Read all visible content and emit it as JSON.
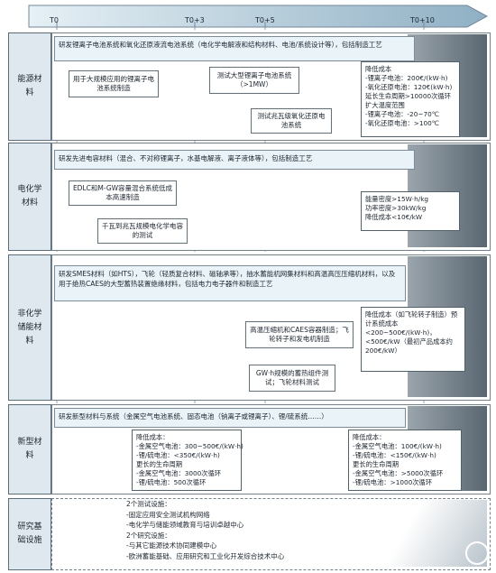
{
  "timeline": {
    "labels": [
      "T0",
      "T0+3",
      "T0+5",
      "T0+10"
    ]
  },
  "rows": [
    {
      "label": "能源材料",
      "band": "研发锂离子电池系统和氧化还原液流电池系统（电化学电解液和结构材料、电池/系统设计等），包括制造工艺",
      "boxes": [
        "用于大规模应用的锂离子电池系统制造",
        "测试大型锂离子电池系统（>1MW）",
        "测试兆瓦级氧化还原电池系统"
      ],
      "target": {
        "title": "降低成本",
        "lines": [
          "-锂离子电池：200€/(kW·h)",
          "-氧化还原电池：120€(kW·h)",
          "延长生命周期>10000次循环",
          "扩大温度范围",
          "-锂离子电池：-20~70℃",
          "-氧化还原电池：>100℃"
        ]
      }
    },
    {
      "label": "电化学材料",
      "band": "研发先进电容材料（混合、不对称锂离子，水基电解液、离子液体等），包括制造工艺",
      "boxes": [
        "EDLC和M-GW容量混合系统低成本高速制造",
        "千瓦到兆瓦规模电化学电容的测试"
      ],
      "target": {
        "title": "",
        "lines": [
          "能量密度>15W·h/kg",
          "功率密度>30kW/kg",
          "降低成本<10€/kW"
        ]
      }
    },
    {
      "label": "非化学储能材料",
      "band": "研发SMES材料（如HTS），飞轮（轻质复合材料、磁轴承等），抽水蓄能机网集材料和高温高压压缩机材料，以及用于绝热CAES的大型蓄热装置绝缘材料，包括电力电子器件和制造工艺",
      "boxes": [
        "高温压缩机和CAES容器制造；飞轮转子和发电机制造",
        "GW·h规模的蓄热组件测试；飞轮材料测试"
      ],
      "target": {
        "title": "",
        "lines": [
          "降低成本（如飞轮转子制造）预计系统成本",
          "<200~500€/(kW·h)，",
          "<500€/kW（最初产品成本约",
          "200€/kW）"
        ]
      }
    },
    {
      "label": "新型材料",
      "band": "研发新型材料与系统（金属空气电池系统、固态电池（钠离子或锂离子）、锂/硫系统……）",
      "target_mid": {
        "title": "降低成本：",
        "lines": [
          "-金属空气电池：300~500€/(kW·h)",
          "-锂/硫电池：<350€/(kW·h)",
          "更长的生命周期",
          "-金属空气电池：3000次循环",
          "-锂/硫电池：500次循环"
        ]
      },
      "target": {
        "title": "降低成本：",
        "lines": [
          "-金属空气电池：100€/(kW·h)",
          "-锂/硫电池：<150€/(kW·h)",
          "更长的生命周期",
          "-金属空气电池：>5000次循环",
          "-锂/硫电池：>1000次循环"
        ]
      }
    },
    {
      "label": "研究基础设施",
      "items": [
        "2个测试设施：",
        "-固定应用安全测试机构网络",
        "-电化学与储能领域教育与培训卓越中心",
        "2个研究设施：",
        "-与其它能源技术协同建模中心",
        "-欧洲蓄能基础、应用研究和工业化开发综合技术中心"
      ]
    }
  ]
}
